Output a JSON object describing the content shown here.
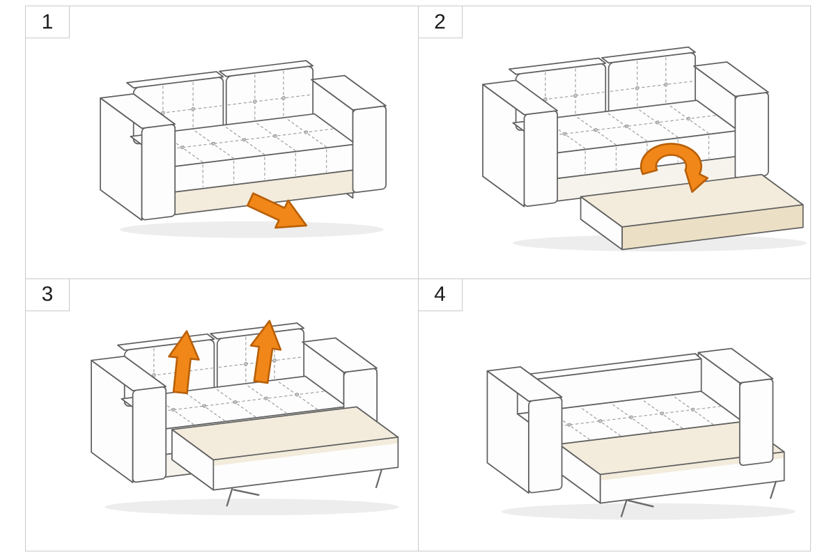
{
  "colors": {
    "background": "#ffffff",
    "panel-border": "#c9c9c9",
    "outline": "#5f5f5f",
    "upholstery": "#fdfdfd",
    "mattress": "#f3ebdb",
    "mattress-deep": "#ebdfc5",
    "frame": "#f6f3ec",
    "arrow-fill": "#f08718",
    "arrow-stroke": "#b85f07",
    "number-color": "#1c1c1c"
  },
  "steps": [
    {
      "number": "1",
      "icon": "pull-out-arrow"
    },
    {
      "number": "2",
      "icon": "flip-over-arrow"
    },
    {
      "number": "3",
      "icon": "lift-up-arrows"
    },
    {
      "number": "4",
      "icon": "none"
    }
  ]
}
